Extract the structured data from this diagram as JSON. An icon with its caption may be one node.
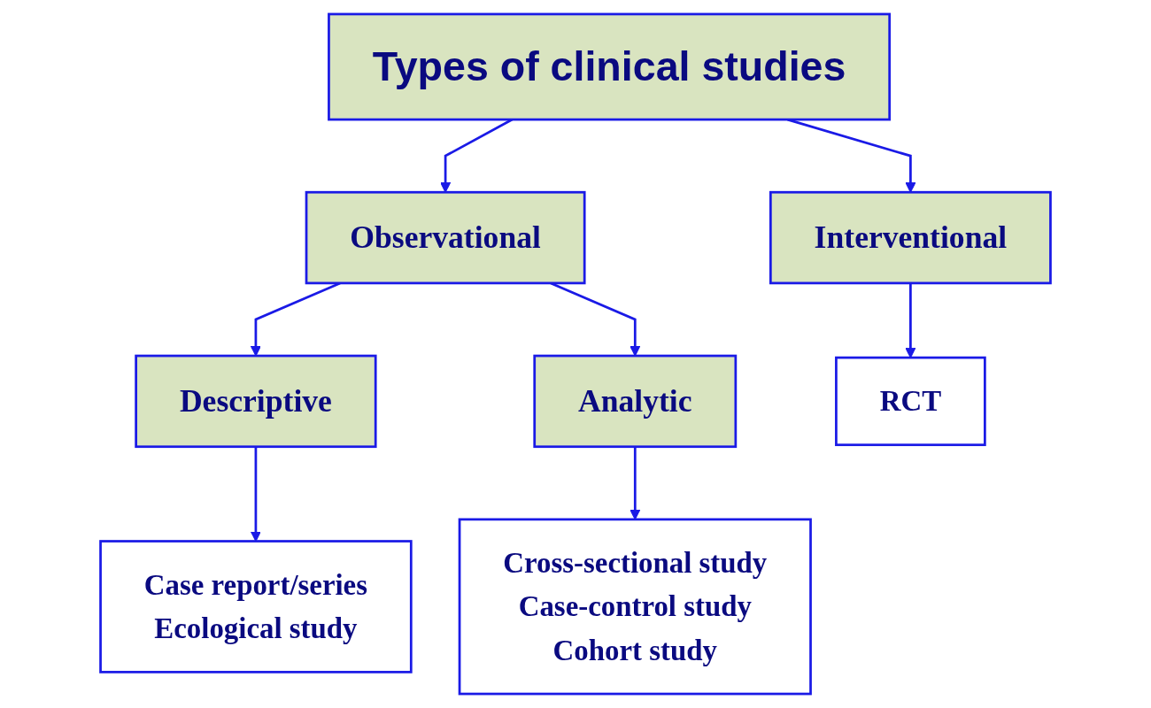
{
  "diagram": {
    "nodes": [
      {
        "text": [
          "Types of clinical studies"
        ]
      },
      {
        "text": [
          "Observational"
        ]
      },
      {
        "text": [
          "Interventional"
        ]
      },
      {
        "text": [
          "Descriptive"
        ]
      },
      {
        "text": [
          "Analytic"
        ]
      },
      {
        "text": [
          "Case report/series",
          "Ecological study"
        ]
      },
      {
        "text": [
          "Cross-sectional study",
          "Case-control study",
          "Cohort study"
        ]
      },
      {
        "text": [
          "RCT"
        ]
      }
    ],
    "edges": [
      {
        "from": 0,
        "to": 1,
        "arrow": "to"
      },
      {
        "from": 0,
        "to": 2,
        "arrow": "to"
      },
      {
        "from": 1,
        "to": 3,
        "arrow": "to"
      },
      {
        "from": 1,
        "to": 4,
        "arrow": "to"
      },
      {
        "from": 3,
        "to": 5,
        "arrow": "to"
      },
      {
        "from": 4,
        "to": 6,
        "arrow": "to"
      },
      {
        "from": 2,
        "to": 7,
        "arrow": "to"
      }
    ]
  }
}
